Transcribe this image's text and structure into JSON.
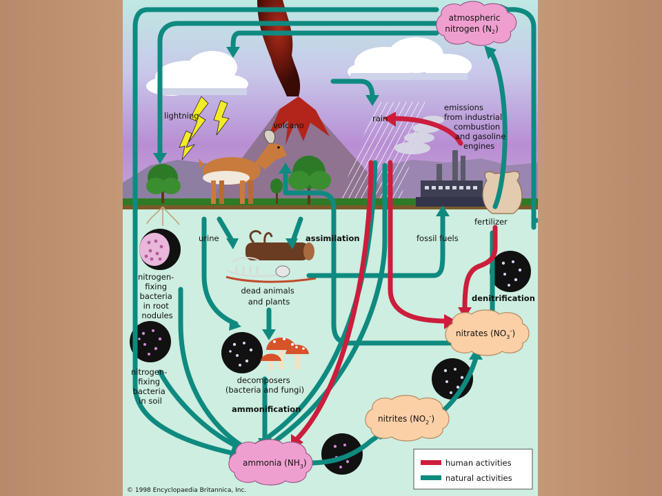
{
  "labels": {
    "atmospheric_nitrogen": [
      "atmospheric",
      "nitrogen (N"
    ],
    "lightning": "lightning",
    "volcano": "volcano",
    "rain": "rain",
    "emissions": [
      "emissions",
      "from industrial",
      "combustion",
      "and gasoline",
      "engines"
    ],
    "urine": "urine",
    "assimilation": "assimilation",
    "fossil_fuels": "fossil fuels",
    "fertilizer": "fertilizer",
    "dead_animals": [
      "dead animals",
      "and plants"
    ],
    "nitrogen_fixing_root": [
      "nitrogen-",
      "fixing",
      "bacteria",
      "in root",
      "nodules"
    ],
    "nitrogen_fixing_soil": [
      "nitrogen-",
      "fixing",
      "bacteria",
      "in soil"
    ],
    "decomposers": [
      "decomposers",
      "(bacteria and fungi)"
    ],
    "ammonification": "ammonification",
    "denitrification": "denitrification",
    "nitrates": [
      "nitrates (NO",
      "3",
      "-",
      ")"
    ],
    "nitrites": [
      "nitrites (NO",
      "2",
      "-",
      ")"
    ],
    "ammonia": [
      "ammonia (NH",
      "3",
      ")"
    ],
    "n2_sub": "2",
    "n2_close": ")"
  },
  "legend": {
    "human": "human activities",
    "natural": "natural activities"
  },
  "copyright": "© 1998 Encyclopaedia Britannica, Inc.",
  "colors": {
    "human": "#cc1d3c",
    "natural": "#0f8a80",
    "soil": "#cdeee0",
    "cloud_pink": "#ef9fcf",
    "cloud_orange": "#fbd0a6"
  }
}
